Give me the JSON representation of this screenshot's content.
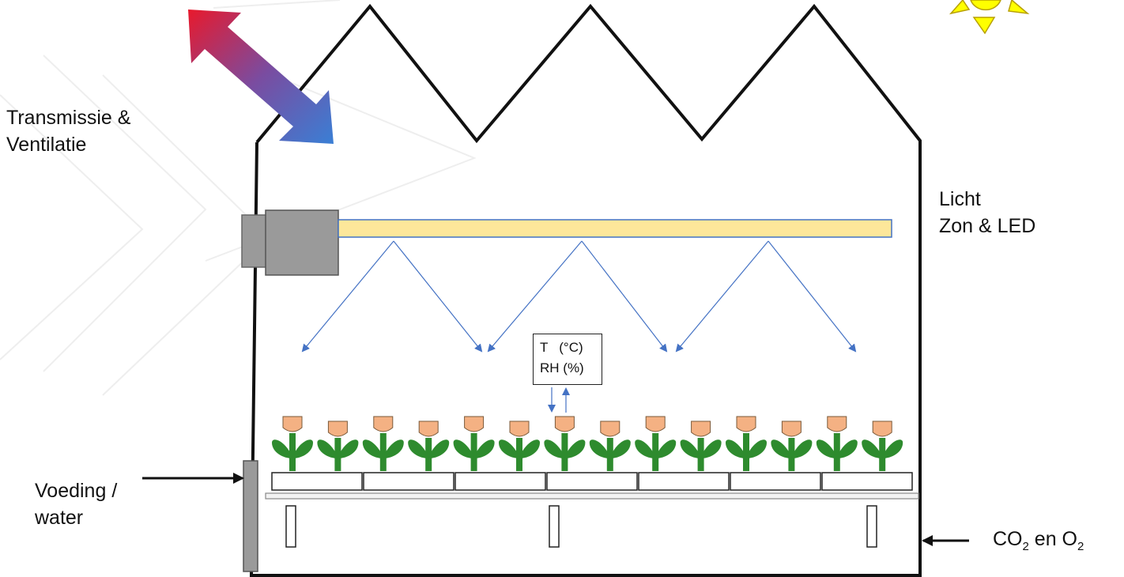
{
  "labels": {
    "transmission_line1": "Transmissie &",
    "transmission_line2": "Ventilatie",
    "light_line1": "Licht",
    "light_line2": "Zon & LED",
    "feed_line1": "Voeding /",
    "feed_line2": "water",
    "co2_prefix": "CO",
    "co2_sub1": "2",
    "co2_mid": " en O",
    "co2_sub2": "2"
  },
  "sensor": {
    "line1": "T   (°C)",
    "line2": "RH (%)"
  },
  "colors": {
    "outline": "#111111",
    "led_bar": "#fde79a",
    "led_housing": "#999999",
    "light_ray": "#4472c4",
    "flower_head": "#f4b183",
    "plant_green": "#2e8b2e",
    "hot_arrow": "#e8192c",
    "cold_arrow": "#3a7fd5",
    "sun": "#ffff00"
  },
  "plant_count": 14,
  "pot_count": 7,
  "icons": [
    "sun-icon",
    "ventilation-arrow-icon",
    "led-lamp-icon",
    "plant-icon"
  ]
}
